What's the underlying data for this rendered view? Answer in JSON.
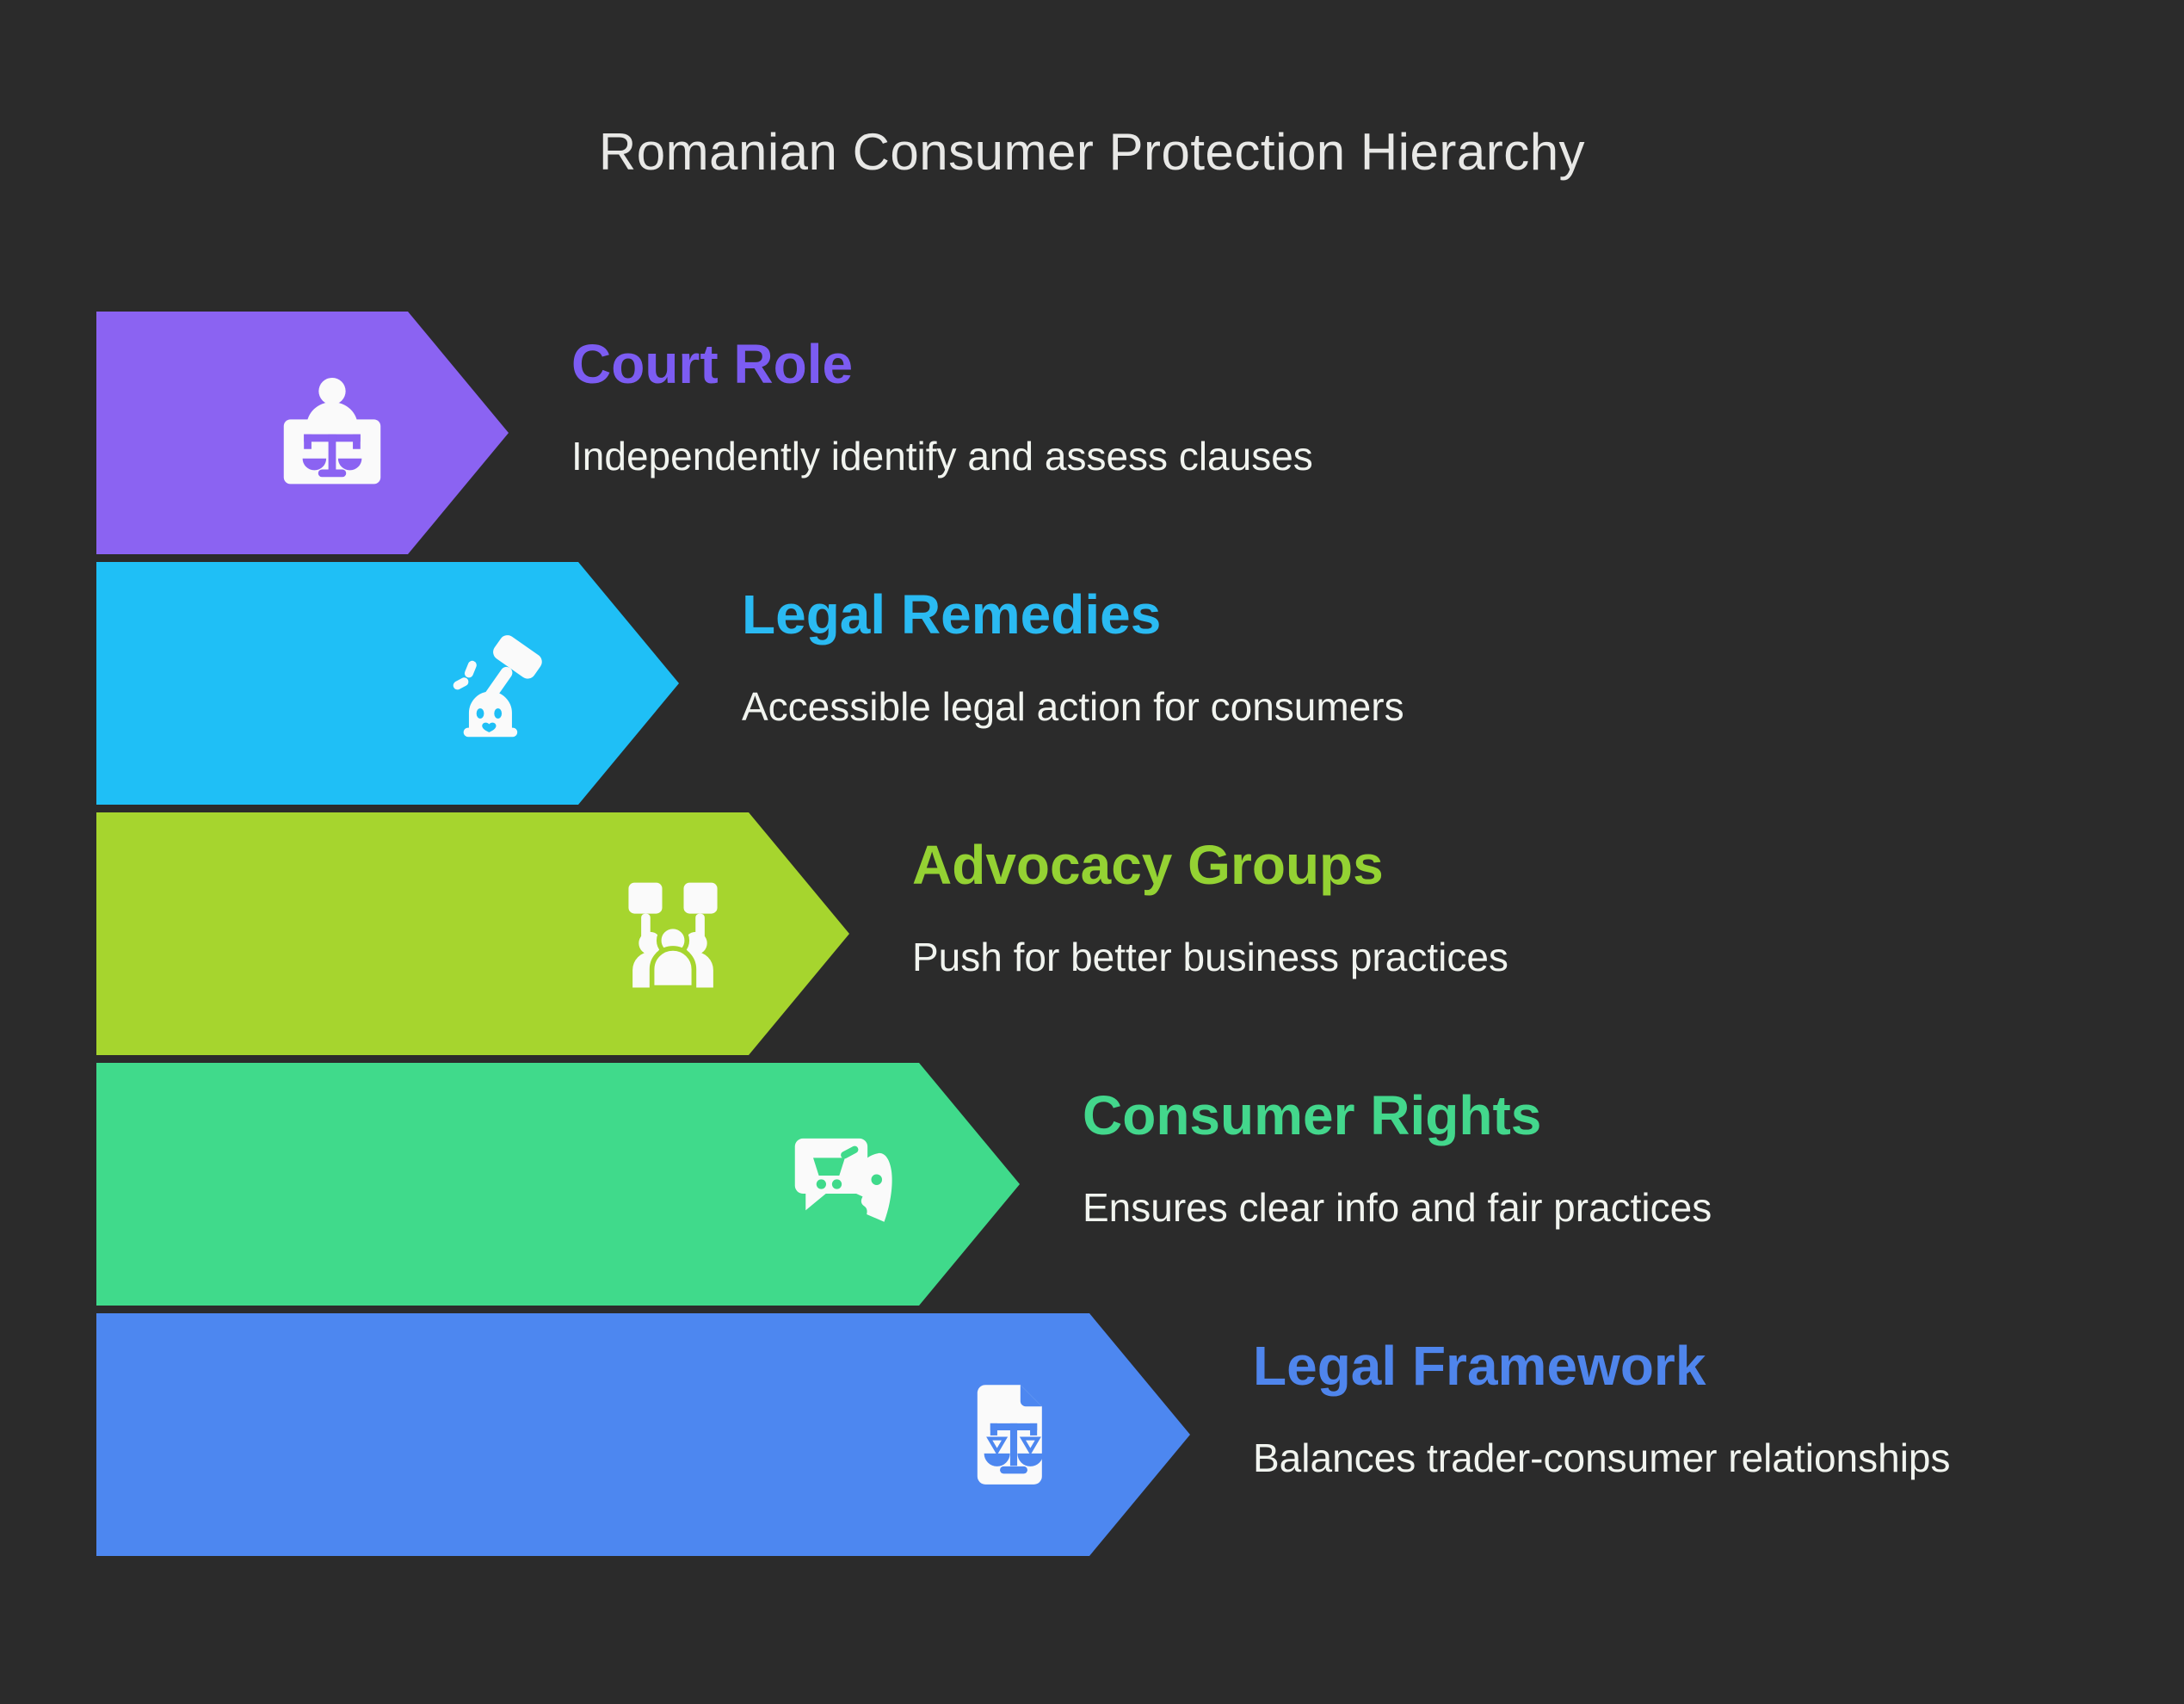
{
  "title": "Romanian Consumer Protection Hierarchy",
  "colors": {
    "background": "#2B2B2B",
    "title_text": "#E8E8E6",
    "description_text": "#F1F4EF",
    "icon": "#FAFAFA"
  },
  "levels": [
    {
      "heading": "Court Role",
      "description": "Independently identify and assess clauses",
      "bar_color": "#8B63F2",
      "heading_color": "#7C5CF2",
      "icon": "judge-bench-icon"
    },
    {
      "heading": "Legal Remedies",
      "description": "Accessible legal action for consumers",
      "bar_color": "#1FBFF6",
      "heading_color": "#2ABAF2",
      "icon": "gavel-whack-icon"
    },
    {
      "heading": "Advocacy Groups",
      "description": "Push for better business practices",
      "bar_color": "#A6D52E",
      "heading_color": "#94D233",
      "icon": "protest-group-icon"
    },
    {
      "heading": "Consumer Rights",
      "description": "Ensures clear info and fair practices",
      "bar_color": "#40DA8B",
      "heading_color": "#43D78C",
      "icon": "cart-speech-face-icon"
    },
    {
      "heading": "Legal Framework",
      "description": "Balances trader-consumer relationships",
      "bar_color": "#4D87F0",
      "heading_color": "#4F85EC",
      "icon": "legal-document-scales-icon"
    }
  ]
}
